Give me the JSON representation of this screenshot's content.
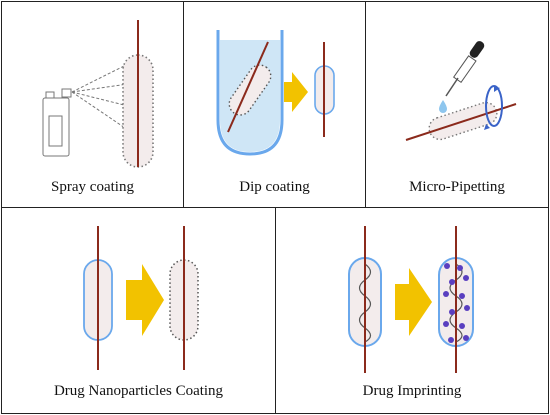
{
  "colors": {
    "wire": "#8b2a1c",
    "coating_fill": "#f3ecec",
    "dotted_outline": "#777777",
    "blue_outline": "#6aa8ec",
    "liquid": "#cfe6f6",
    "arrow": "#f2c200",
    "nanoparticle": "#5a3fc0",
    "droplet": "#8ec6ee",
    "rotation_arrow": "#3a63c8",
    "panel_border": "#222222"
  },
  "panels": [
    {
      "id": "spray",
      "caption": "Spray coating",
      "icons": [
        "spray-can-icon",
        "spray-lines-icon",
        "coated-wire-icon"
      ]
    },
    {
      "id": "dip",
      "caption": "Dip coating",
      "icons": [
        "dip-tube-icon",
        "coated-wire-icon",
        "arrow-right-icon"
      ]
    },
    {
      "id": "pipette",
      "caption": "Micro-Pipetting",
      "icons": [
        "pipette-icon",
        "droplet-icon",
        "rotation-icon",
        "coated-wire-icon"
      ]
    },
    {
      "id": "nano",
      "caption": "Drug Nanoparticles Coating",
      "icons": [
        "coated-wire-icon",
        "arrow-right-icon"
      ]
    },
    {
      "id": "imprint",
      "caption": "Drug Imprinting",
      "icons": [
        "wavy-template-icon",
        "arrow-right-icon",
        "imprinted-wire-icon"
      ]
    }
  ]
}
